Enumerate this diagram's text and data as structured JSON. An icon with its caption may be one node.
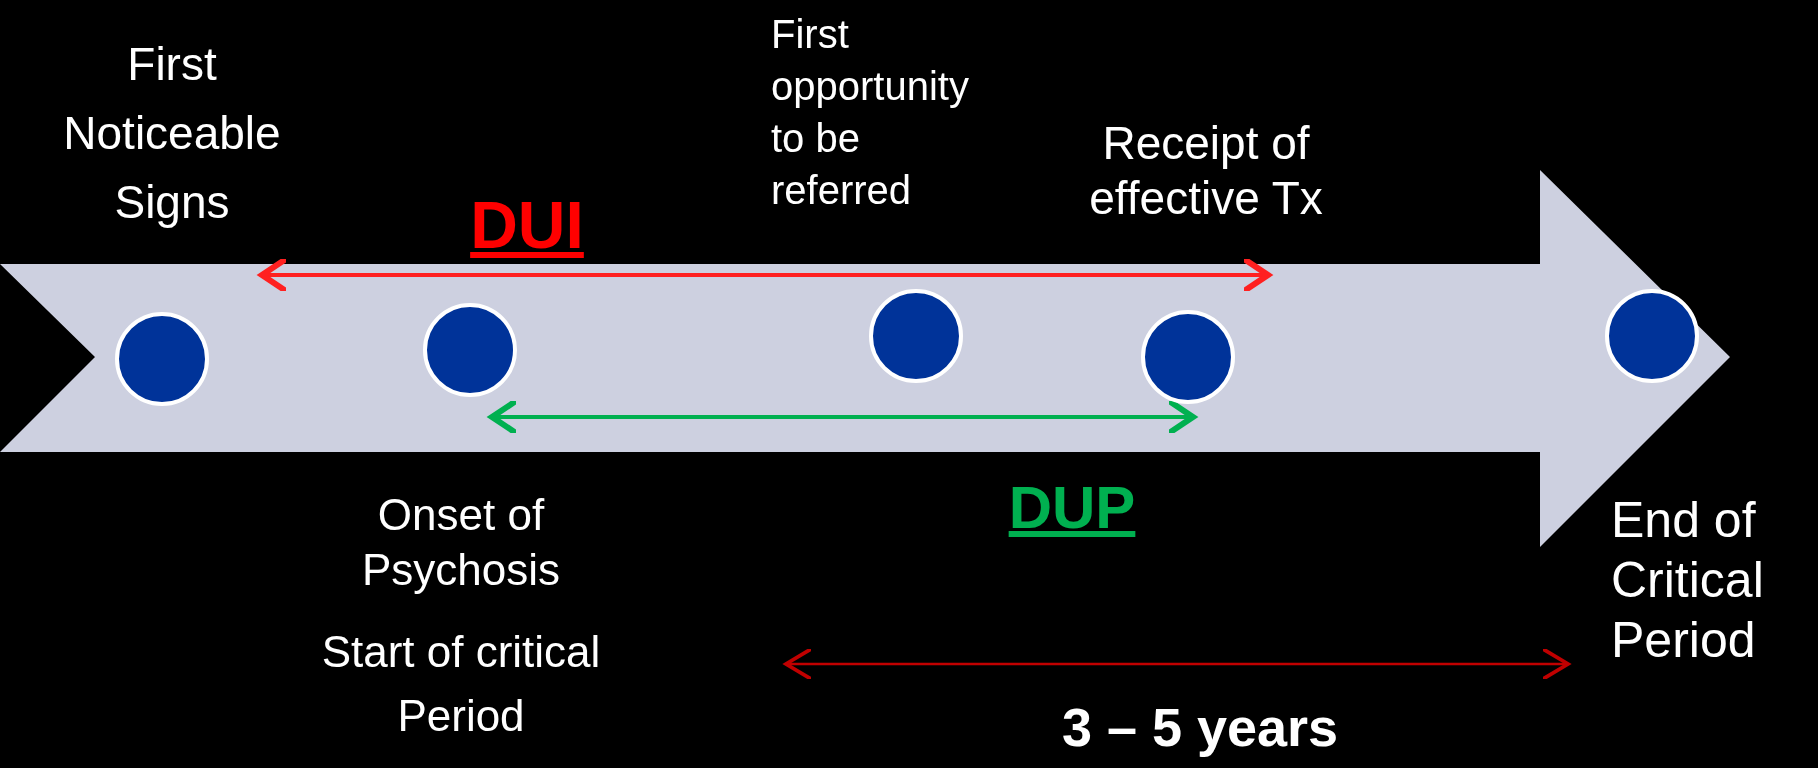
{
  "diagram": {
    "nodes": [
      {
        "text": [],
        "shape": "circle",
        "beside": [
          "First Noticeable Signs"
        ]
      },
      {
        "text": [],
        "shape": "circle",
        "beside": [
          "Onset of Psychosis",
          "Start of critical Period"
        ]
      },
      {
        "text": [],
        "shape": "circle",
        "beside": [
          "First opportunity to be referred"
        ]
      },
      {
        "text": [],
        "shape": "circle",
        "beside": [
          "Receipt of effective Tx"
        ]
      },
      {
        "text": [],
        "shape": "circle",
        "beside": [
          "End of Critical Period"
        ]
      }
    ],
    "edges": [
      {
        "from": 1,
        "to": 3,
        "arrow": "both",
        "color": "#00b050"
      }
    ],
    "labels": [
      "DUI",
      "DUP",
      "3 – 5 years"
    ]
  }
}
